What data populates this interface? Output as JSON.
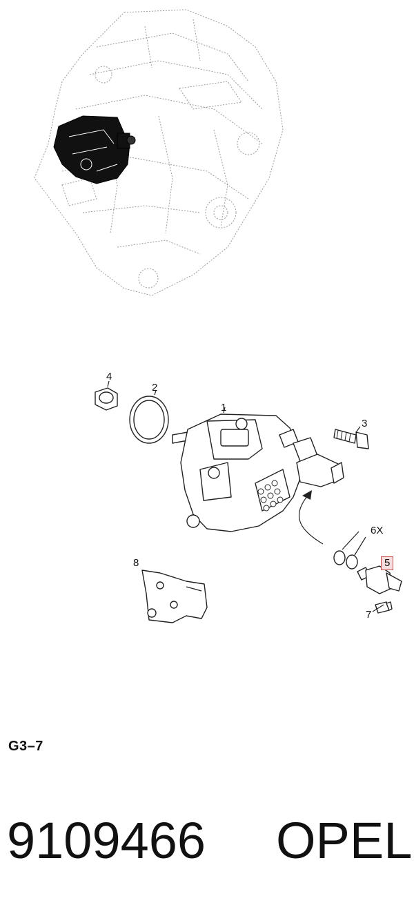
{
  "diagram": {
    "callouts": [
      {
        "id": "1",
        "label": "1"
      },
      {
        "id": "2",
        "label": "2"
      },
      {
        "id": "3",
        "label": "3"
      },
      {
        "id": "4",
        "label": "4"
      },
      {
        "id": "5",
        "label": "5",
        "highlighted": true
      },
      {
        "id": "6",
        "label": "6X"
      },
      {
        "id": "7",
        "label": "7"
      },
      {
        "id": "8",
        "label": "8"
      }
    ],
    "section_code": "G3–7",
    "part_number": "9109466",
    "brand": "OPEL",
    "colors": {
      "line": "#222222",
      "highlight_border": "#c94a4a",
      "highlight_fill": "#f7dede",
      "engine_outline": "#9a9a9a",
      "pump_dark": "#111111"
    }
  }
}
